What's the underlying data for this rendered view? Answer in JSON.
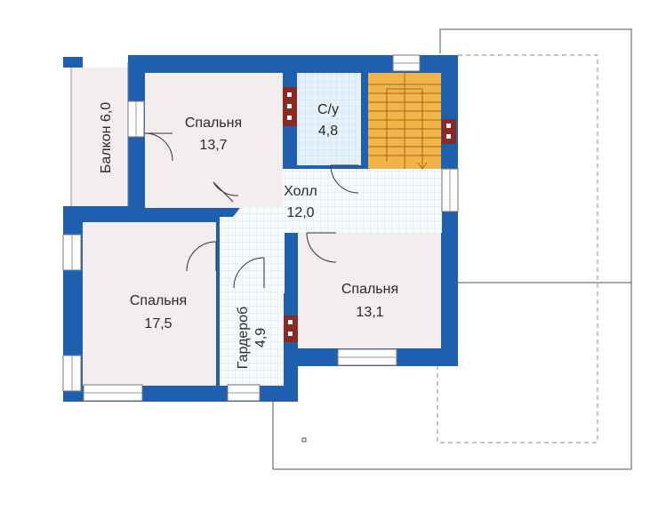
{
  "colors": {
    "wall": "#1f5fb0",
    "room_pink": "#f4eded",
    "room_blue": "#e6f2fb",
    "tile": "#f7fafc",
    "stair": "#f2b448",
    "chimney": "#8b2a23",
    "outline": "#555555"
  },
  "rooms": {
    "balcony": {
      "name": "Балкон",
      "area": "6,0"
    },
    "bedroom_1": {
      "name": "Спальня",
      "area": "13,7"
    },
    "wc": {
      "name": "С/у",
      "area": "4,8"
    },
    "hall": {
      "name": "Холл",
      "area": "12,0"
    },
    "bedroom_2": {
      "name": "Спальня",
      "area": "17,5"
    },
    "wardrobe": {
      "name": "Гардероб",
      "area": "4,9"
    },
    "bedroom_3": {
      "name": "Спальня",
      "area": "13,1"
    }
  }
}
